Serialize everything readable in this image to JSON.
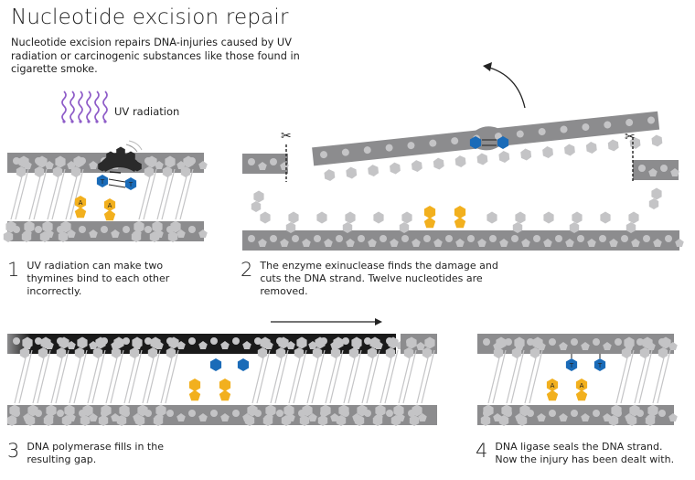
{
  "title": "Nucleotide excision repair",
  "intro": "Nucleotide excision repairs DNA-injuries caused by UV radiation or carcinogenic substances like those found in cigarette smoke.",
  "uv_label": "UV radiation",
  "colors": {
    "backbone": "#8c8c8e",
    "nucleotide": "#c4c4c6",
    "thymine": "#1a6bb8",
    "adenine": "#f2b01e",
    "new_strand": "#1a1a1a",
    "uv": "#8e5cc8",
    "exinuclease": "#2a2a2a"
  },
  "bases": {
    "thymine_letter": "T",
    "adenine_letter": "A"
  },
  "steps": [
    {
      "number": "1",
      "text": "UV radiation can make two thymines bind to each other incorrectly."
    },
    {
      "number": "2",
      "text": "The enzyme exinuclease finds the damage and cuts the DNA strand. Twelve nucleotides are removed."
    },
    {
      "number": "3",
      "text": "DNA polymerase fills in the resulting gap."
    },
    {
      "number": "4",
      "text": "DNA ligase seals the DNA strand. Now the injury has been dealt with."
    }
  ]
}
